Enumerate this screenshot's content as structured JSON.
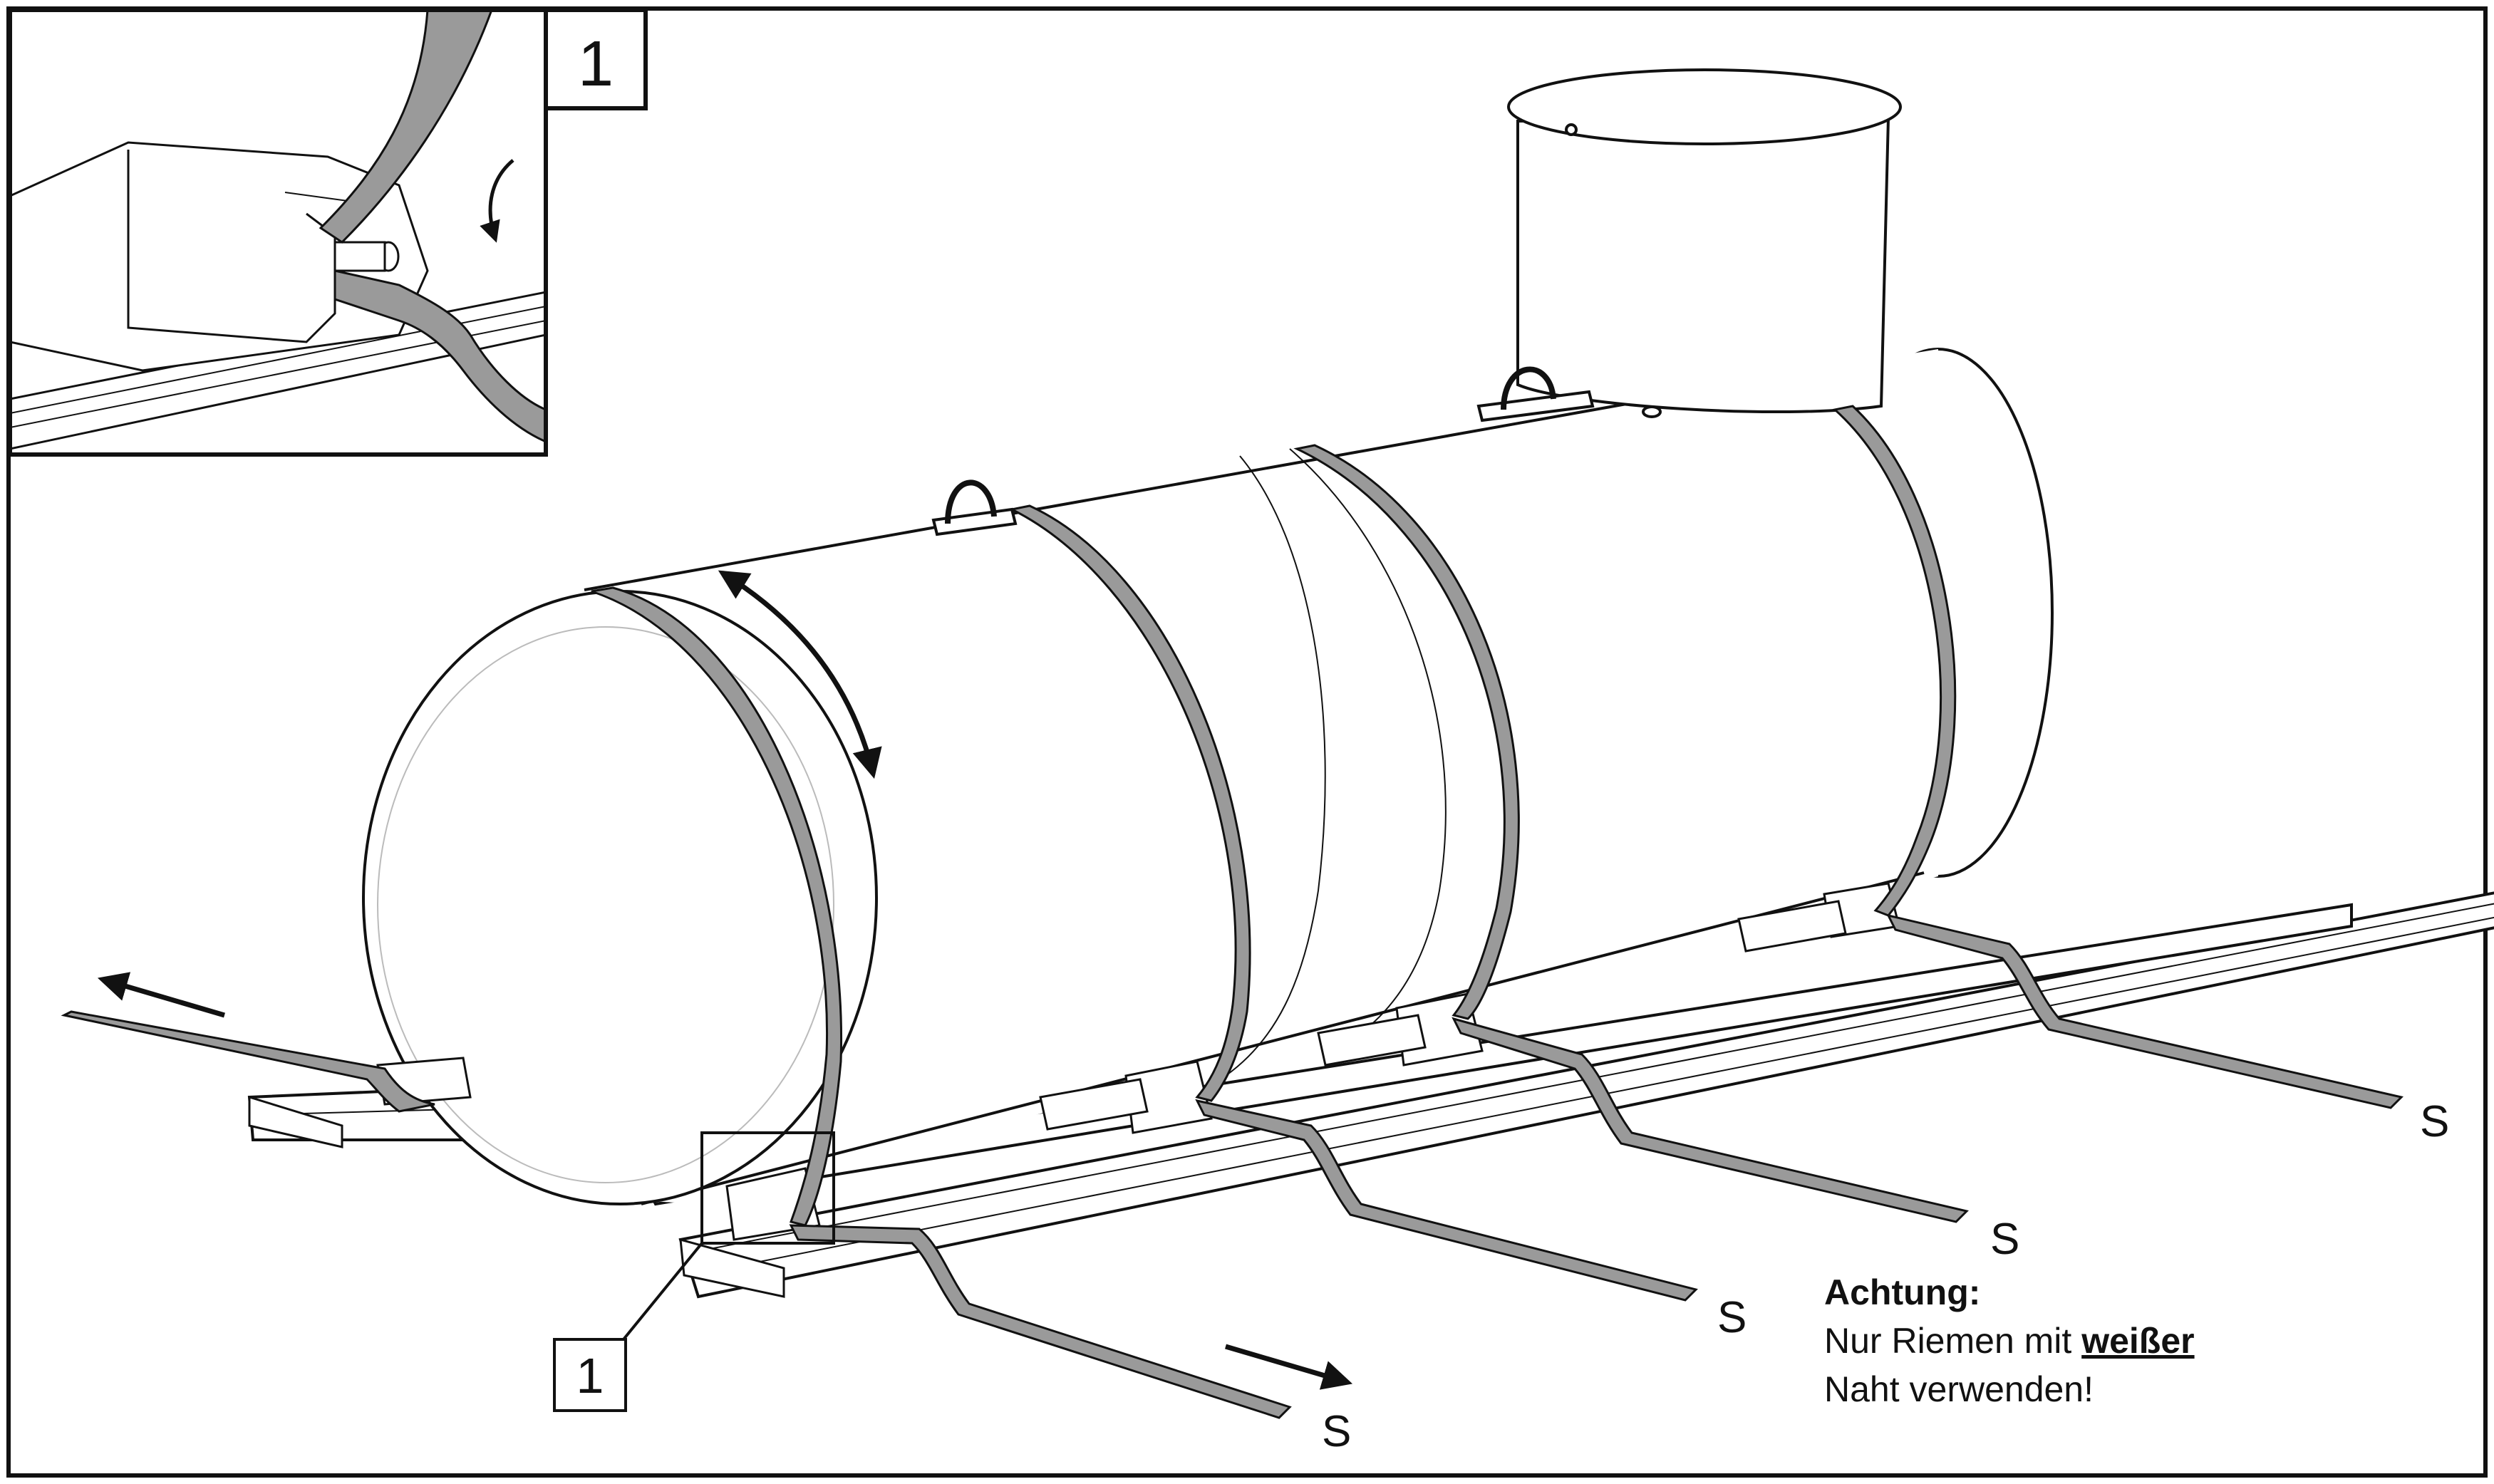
{
  "callouts": {
    "detail_number": "1",
    "marker_number": "1"
  },
  "strap_labels": [
    "S",
    "S",
    "S",
    "S"
  ],
  "note": {
    "title": "Achtung:",
    "line1_prefix": "Nur Riemen mit ",
    "line1_highlight": "weißer",
    "line2": "Naht verwenden!"
  },
  "colors": {
    "line": "#111111",
    "strap_fill": "#9a9a9a",
    "tank_fill": "#ffffff",
    "background": "#ffffff"
  }
}
